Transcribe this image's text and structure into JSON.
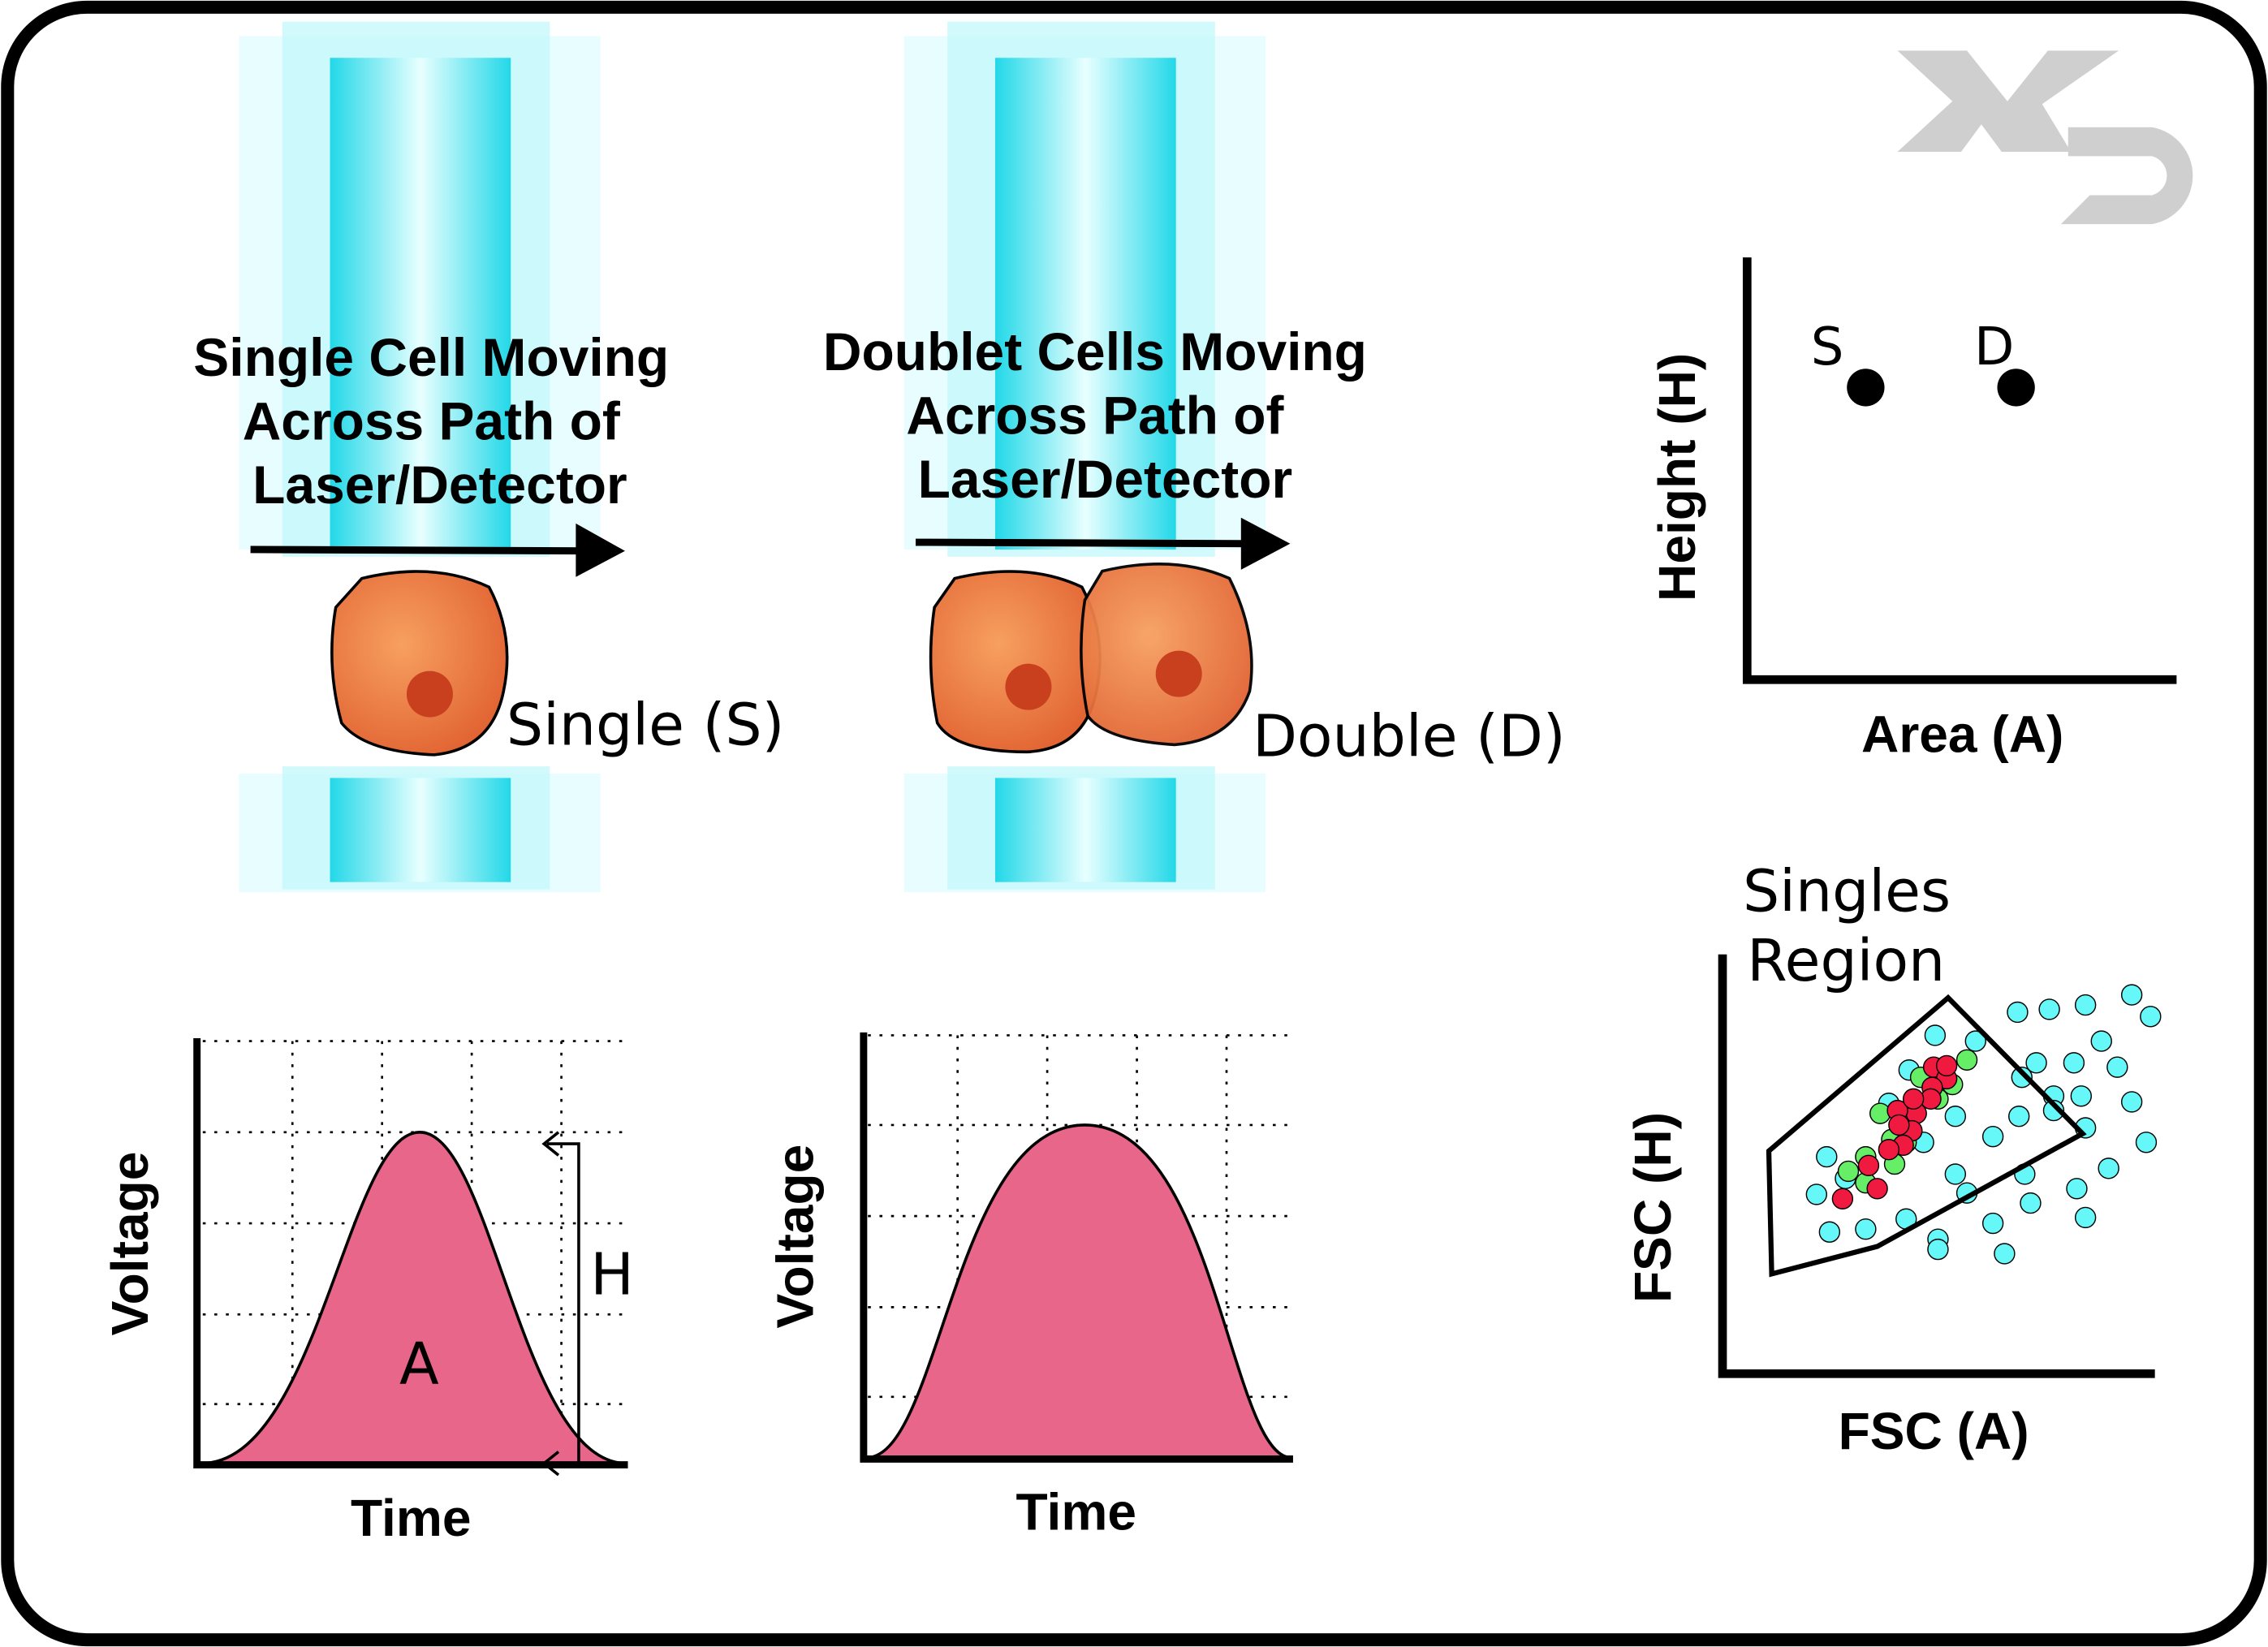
{
  "logo": {
    "text": "XD"
  },
  "single_panel": {
    "title_lines": [
      "Single Cell Moving",
      "Across Path of",
      "Laser/Detector"
    ],
    "cell_label": "Single (S)"
  },
  "doublet_panel": {
    "title_lines": [
      "Doublet Cells Moving",
      "Across Path of",
      "Laser/Detector"
    ],
    "cell_label": "Double (D)"
  },
  "ha_plot": {
    "y_label": "Height (H)",
    "x_label": "Area (A)",
    "points": [
      {
        "label": "S"
      },
      {
        "label": "D"
      }
    ]
  },
  "pulse_single": {
    "y_label": "Voltage",
    "x_label": "Time",
    "area_label": "A",
    "height_label": "H"
  },
  "pulse_doublet": {
    "y_label": "Voltage",
    "x_label": "Time"
  },
  "fsc_plot": {
    "region_label_lines": [
      "Singles",
      "Region"
    ],
    "y_label": "FSC (H)",
    "x_label": "FSC (A)"
  },
  "colors": {
    "pulse": "#e8668a",
    "cell": "#e8733a",
    "laser": "#5ee8f0",
    "single_dot": "#f0193f",
    "green_dot": "#66ee66",
    "event_dot": "#66f8f8"
  }
}
